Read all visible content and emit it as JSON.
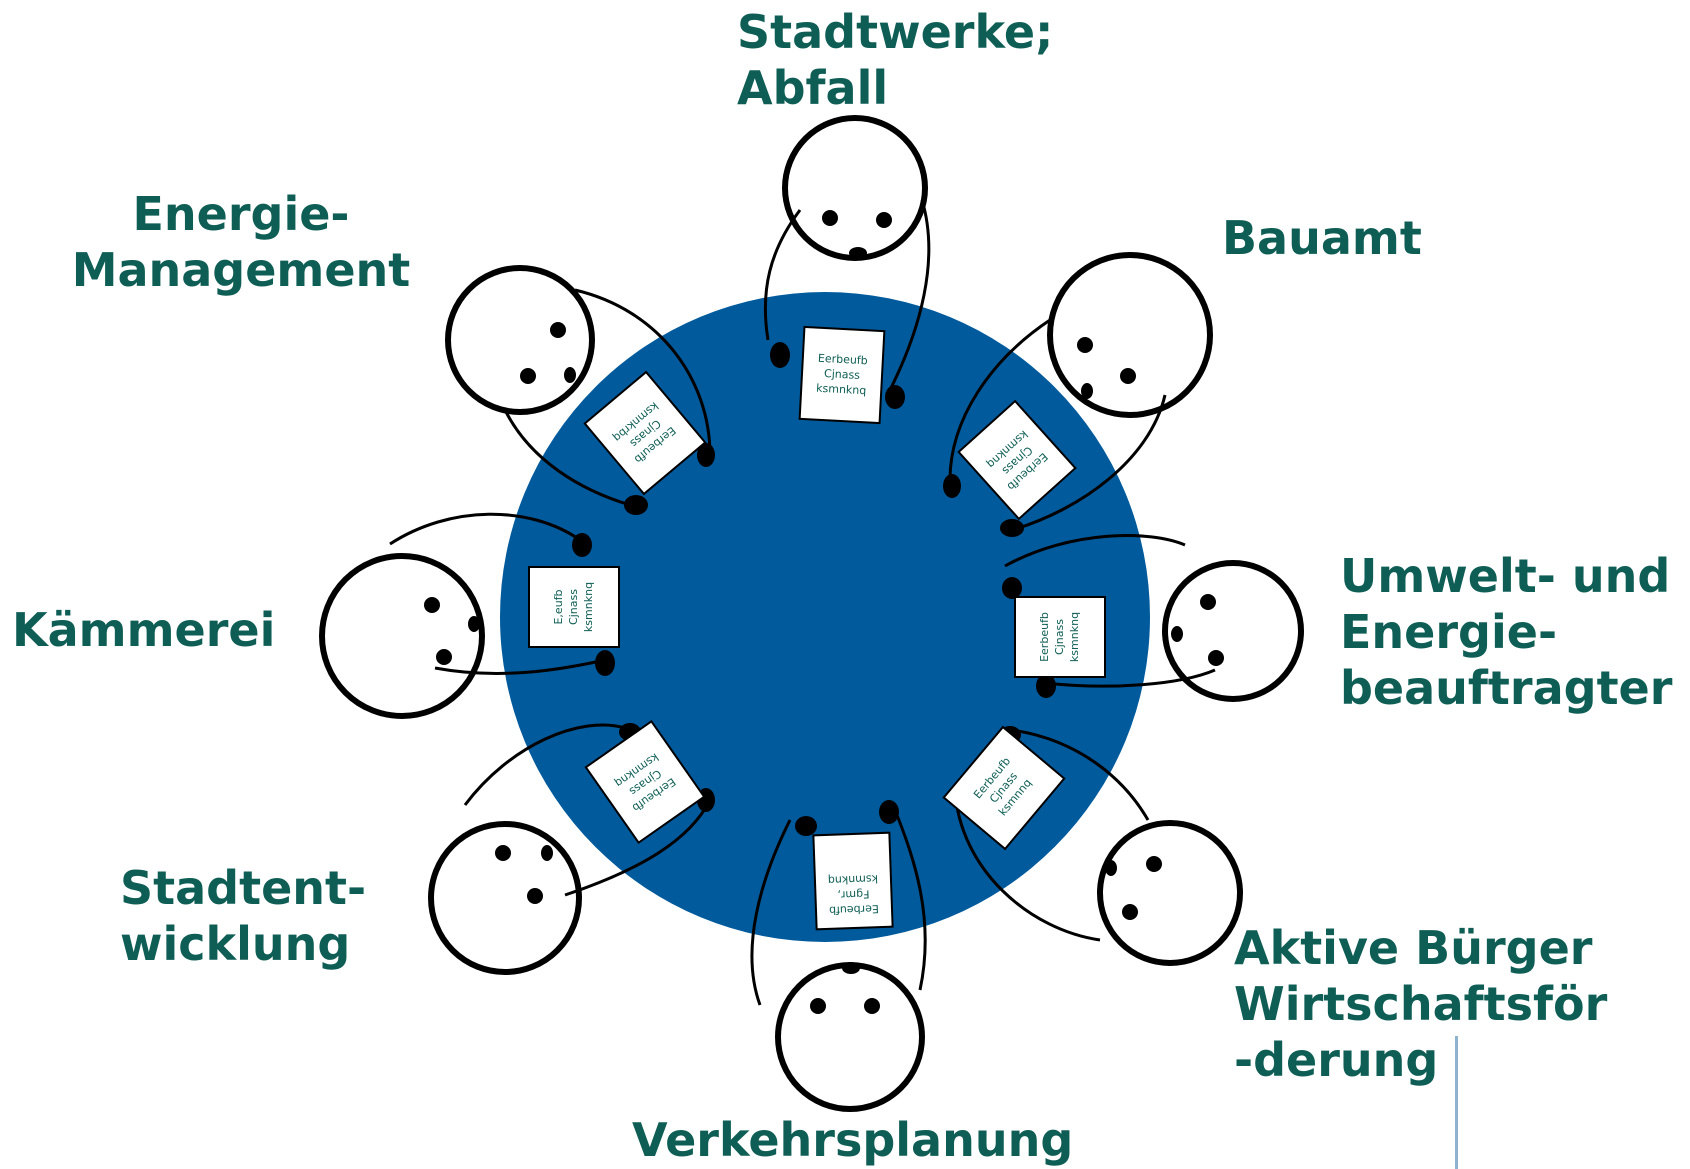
{
  "colors": {
    "table": "#005a9c",
    "label_text": "#0e5e55",
    "outline": "#000000",
    "divider": "#8fb3cf"
  },
  "labels": {
    "stadtwerke": [
      "Stadtwerke;",
      "Abfall"
    ],
    "bauamt": [
      "Bauamt"
    ],
    "energie_management": [
      "Energie-",
      "Management"
    ],
    "kaemmerei": [
      "Kämmerei"
    ],
    "umwelt": [
      "Umwelt- und",
      "Energie-",
      "beauftragter"
    ],
    "stadtentwicklung": [
      "Stadtent-",
      "wicklung"
    ],
    "verkehrsplanung": [
      "Verkehrsplanung"
    ],
    "aktive_buerger": [
      "Aktive Bürger",
      "Wirtschaftsför",
      "-derung"
    ]
  },
  "papers": {
    "top": [
      "Eerbeufb",
      "Cjnass",
      "ksmnknq"
    ],
    "top_left": [
      "Eerbeufb",
      "Cjnass",
      "ksmnkrbq"
    ],
    "top_right": [
      "Eerbeufb",
      "Cjnass",
      "ksmnknq"
    ],
    "left": [
      "E,eufb",
      "Cjnass",
      "ksmnknq"
    ],
    "right": [
      "Eerbeufb",
      "Cjnass",
      "ksmnknq"
    ],
    "bottom_left": [
      "Eerbeufb",
      "Cjnass",
      "ksmnknq"
    ],
    "bottom": [
      "Eerbeufb",
      "Fgmr,",
      "ksmnknq"
    ],
    "bottom_right": [
      "Eerbeufb",
      "Cjnass",
      "ksmnnq"
    ]
  }
}
